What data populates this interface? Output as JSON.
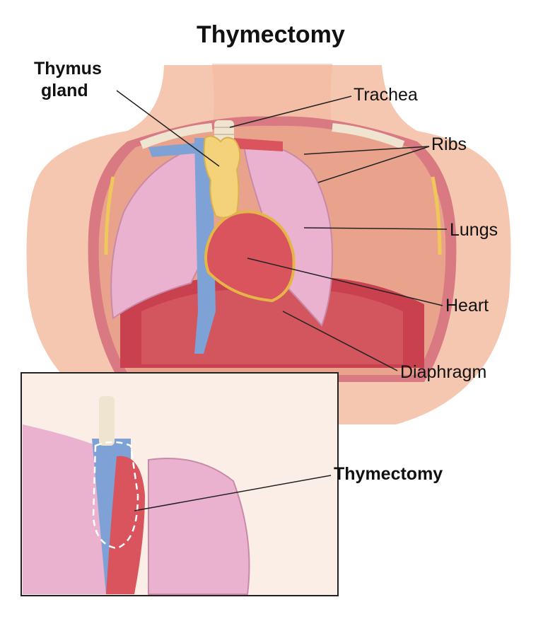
{
  "title": "Thymectomy",
  "labels": {
    "thymus_line1": "Thymus",
    "thymus_line2": "gland",
    "trachea": "Trachea",
    "ribs": "Ribs",
    "lungs": "Lungs",
    "heart": "Heart",
    "diaphragm": "Diaphragm",
    "inset_label": "Thymectomy"
  },
  "colors": {
    "skin": "#f6c7b0",
    "lung": "#eab2cf",
    "heart": "#d9545c",
    "vessel": "#7ea2d6",
    "thymus": "#f3d27a",
    "diaphragm": "#c9404e",
    "rib": "#efe4cf"
  }
}
